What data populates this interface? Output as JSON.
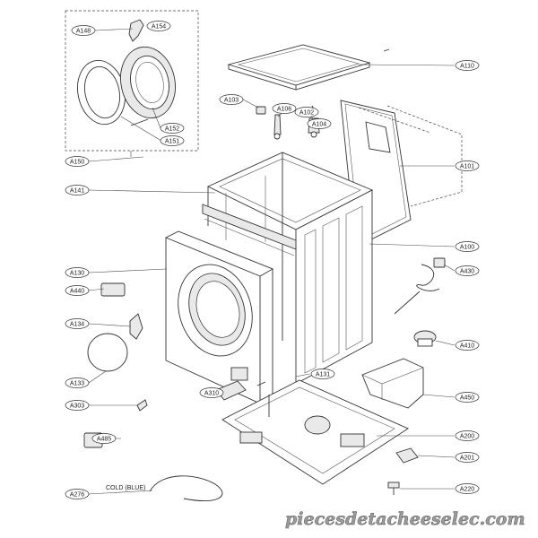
{
  "diagram": {
    "callouts": [
      {
        "id": "A148",
        "text": "A148"
      },
      {
        "id": "A154",
        "text": "A154"
      },
      {
        "id": "A152",
        "text": "A152"
      },
      {
        "id": "A151",
        "text": "A151"
      },
      {
        "id": "A150",
        "text": "A150"
      },
      {
        "id": "A110",
        "text": "A110"
      },
      {
        "id": "A103",
        "text": "A103"
      },
      {
        "id": "A106",
        "text": "A106"
      },
      {
        "id": "A102",
        "text": "A102"
      },
      {
        "id": "A104",
        "text": "A104"
      },
      {
        "id": "A101",
        "text": "A101"
      },
      {
        "id": "A141",
        "text": "A141"
      },
      {
        "id": "A100",
        "text": "A100"
      },
      {
        "id": "A130",
        "text": "A130"
      },
      {
        "id": "A430",
        "text": "A430"
      },
      {
        "id": "A440",
        "text": "A440"
      },
      {
        "id": "A134",
        "text": "A134"
      },
      {
        "id": "A410",
        "text": "A410"
      },
      {
        "id": "A133",
        "text": "A133"
      },
      {
        "id": "A131",
        "text": "A131"
      },
      {
        "id": "A310",
        "text": "A310"
      },
      {
        "id": "A450",
        "text": "A450"
      },
      {
        "id": "A303",
        "text": "A303"
      },
      {
        "id": "A200",
        "text": "A200"
      },
      {
        "id": "A485",
        "text": "A485"
      },
      {
        "id": "A201",
        "text": "A201"
      },
      {
        "id": "A276",
        "text": "A276"
      },
      {
        "id": "A220",
        "text": "A220"
      }
    ],
    "hose_label": "COLD (BLUE)",
    "watermark": "piecesdetacheeselec.com"
  }
}
